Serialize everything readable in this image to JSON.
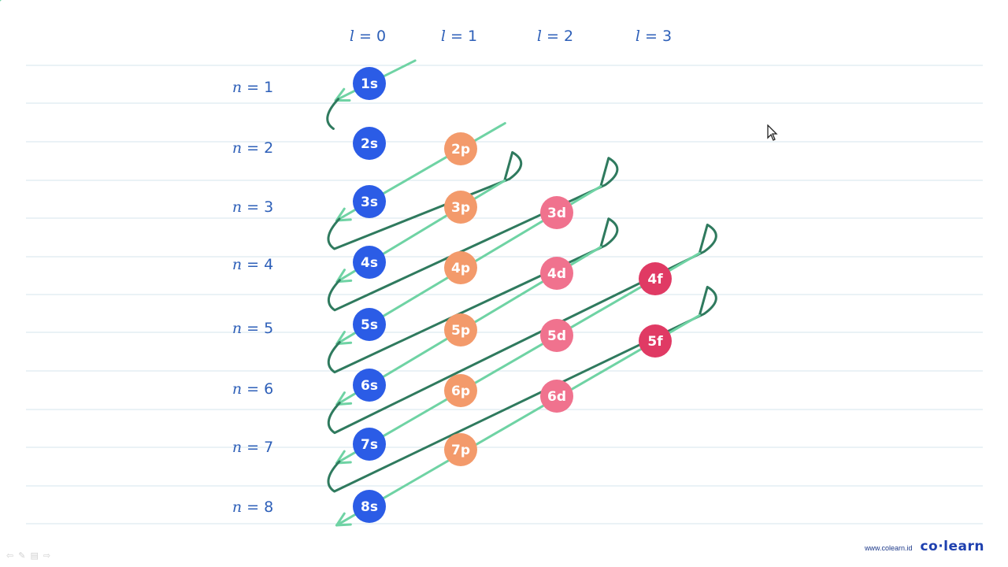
{
  "diagram": {
    "l_labels": [
      {
        "var": "l",
        "text": " = 0"
      },
      {
        "var": "l",
        "text": " = 1"
      },
      {
        "var": "l",
        "text": " = 2"
      },
      {
        "var": "l",
        "text": " = 3"
      }
    ],
    "n_labels": [
      {
        "var": "n",
        "text": " = 1"
      },
      {
        "var": "n",
        "text": " = 2"
      },
      {
        "var": "n",
        "text": " = 3"
      },
      {
        "var": "n",
        "text": " = 4"
      },
      {
        "var": "n",
        "text": " = 5"
      },
      {
        "var": "n",
        "text": " = 6"
      },
      {
        "var": "n",
        "text": " = 7"
      },
      {
        "var": "n",
        "text": " = 8"
      }
    ],
    "orbitals": [
      {
        "label": "1s",
        "n": 1,
        "l": 0
      },
      {
        "label": "2s",
        "n": 2,
        "l": 0
      },
      {
        "label": "2p",
        "n": 2,
        "l": 1
      },
      {
        "label": "3s",
        "n": 3,
        "l": 0
      },
      {
        "label": "3p",
        "n": 3,
        "l": 1
      },
      {
        "label": "3d",
        "n": 3,
        "l": 2
      },
      {
        "label": "4s",
        "n": 4,
        "l": 0
      },
      {
        "label": "4p",
        "n": 4,
        "l": 1
      },
      {
        "label": "4d",
        "n": 4,
        "l": 2
      },
      {
        "label": "4f",
        "n": 4,
        "l": 3
      },
      {
        "label": "5s",
        "n": 5,
        "l": 0
      },
      {
        "label": "5p",
        "n": 5,
        "l": 1
      },
      {
        "label": "5d",
        "n": 5,
        "l": 2
      },
      {
        "label": "5f",
        "n": 5,
        "l": 3
      },
      {
        "label": "6s",
        "n": 6,
        "l": 0
      },
      {
        "label": "6p",
        "n": 6,
        "l": 1
      },
      {
        "label": "6d",
        "n": 6,
        "l": 2
      },
      {
        "label": "7s",
        "n": 7,
        "l": 0
      },
      {
        "label": "7p",
        "n": 7,
        "l": 1
      },
      {
        "label": "8s",
        "n": 8,
        "l": 0
      }
    ],
    "colors": {
      "s": "#2b5ce6",
      "p": "#f39a6b",
      "d": "#f0728e",
      "f": "#e03a64",
      "arrow_light": "#6fd3a4",
      "arrow_dark": "#2f7a5e",
      "rule_line": "#d6e4ec",
      "label_text": "#2d5fb8"
    }
  },
  "footer": {
    "url": "www.colearn.id",
    "brand": "co·learn"
  }
}
